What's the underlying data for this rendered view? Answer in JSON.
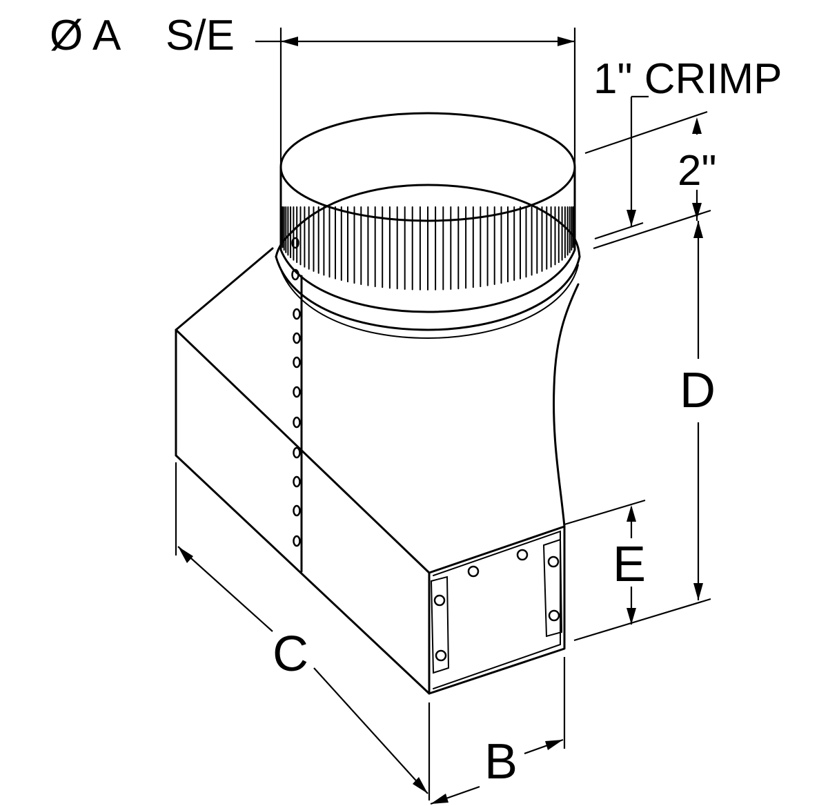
{
  "labels": {
    "diameter": "Ø A",
    "start_end": "S/E",
    "crimp": "1\" CRIMP",
    "collar": "2\"",
    "b": "B",
    "c": "C",
    "d": "D",
    "e": "E"
  },
  "colors": {
    "line": "#000000",
    "background": "#ffffff"
  }
}
